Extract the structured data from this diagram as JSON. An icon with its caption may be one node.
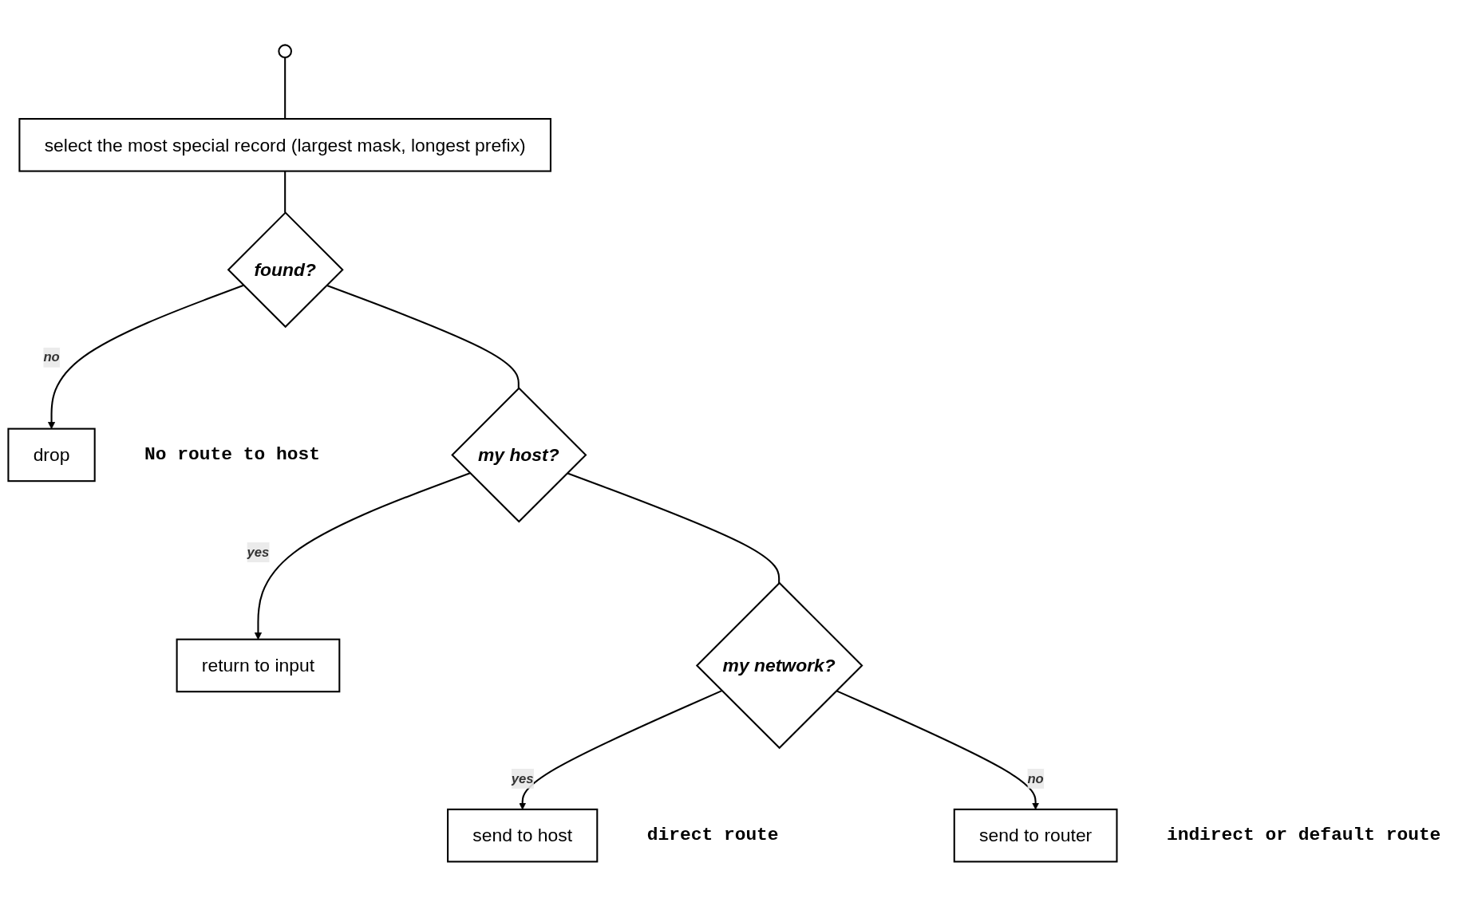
{
  "diagram": {
    "nodes": [
      {
        "text": [],
        "shape": "circle"
      },
      {
        "text": [
          "select the most special record (largest mask, longest prefix)"
        ]
      },
      {
        "text": [
          "found?"
        ]
      },
      {
        "text": [
          "drop"
        ],
        "beside": [
          "No route to host"
        ]
      },
      {
        "text": [
          "my host?"
        ]
      },
      {
        "text": [
          "return to input"
        ]
      },
      {
        "text": [
          "my network?"
        ]
      },
      {
        "text": [
          "send to host"
        ],
        "beside": [
          "direct route"
        ]
      },
      {
        "text": [
          "send to router"
        ],
        "beside": [
          "indirect or default route"
        ]
      }
    ],
    "edges": [
      {
        "from": 0,
        "to": 1,
        "arrow": "none"
      },
      {
        "from": 1,
        "to": 2,
        "arrow": "none"
      },
      {
        "from": 2,
        "to": 3,
        "arrow": "to",
        "label": "no"
      },
      {
        "from": 2,
        "to": 4,
        "arrow": "none"
      },
      {
        "from": 4,
        "to": 5,
        "arrow": "to",
        "label": "yes"
      },
      {
        "from": 4,
        "to": 6,
        "arrow": "none"
      },
      {
        "from": 6,
        "to": 7,
        "arrow": "to",
        "label": "yes"
      },
      {
        "from": 6,
        "to": 8,
        "arrow": "to",
        "label": "no"
      }
    ]
  }
}
